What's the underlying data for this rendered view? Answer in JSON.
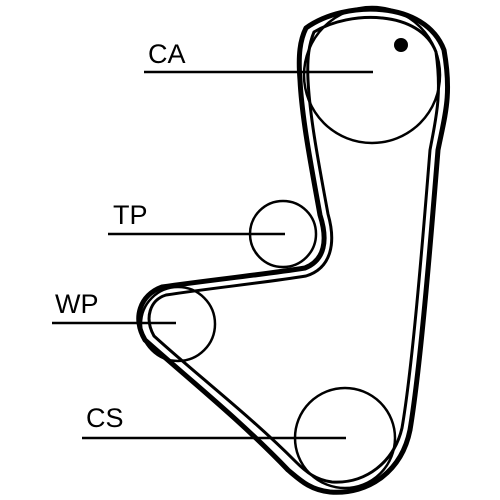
{
  "colors": {
    "ink": "#000000",
    "background": "#ffffff"
  },
  "labels": {
    "ca": "CA",
    "tp": "TP",
    "wp": "WP",
    "cs": "CS"
  }
}
